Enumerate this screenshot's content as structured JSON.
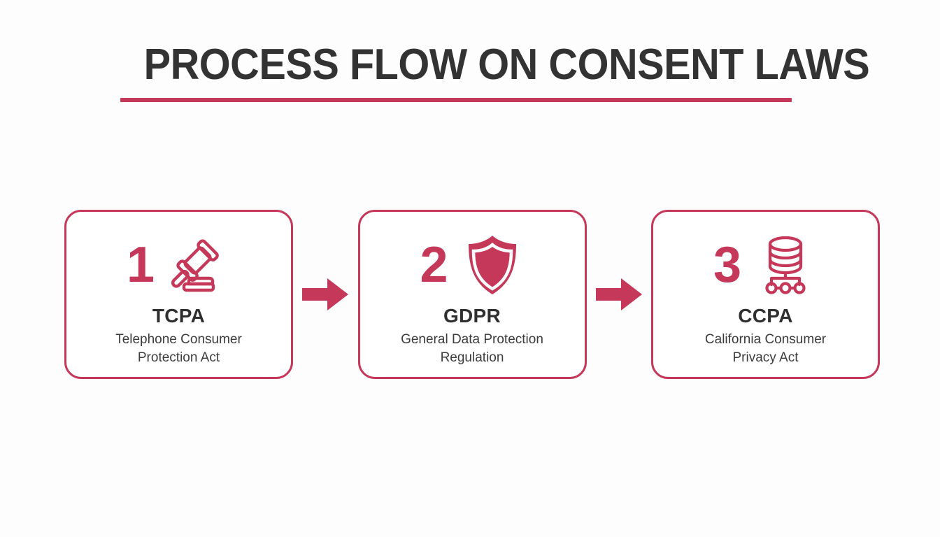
{
  "header": {
    "title": "PROCESS FLOW ON CONSENT LAWS"
  },
  "theme": {
    "accent": "#c5385a",
    "title_color": "#333333",
    "text_color": "#3c3c3c",
    "background": "#fdfdfe",
    "card_background": "#ffffff"
  },
  "flow": {
    "arrow_1": "arrow-right-icon",
    "arrow_2": "arrow-right-icon",
    "steps": [
      {
        "number": "1",
        "icon": "gavel-icon",
        "acronym": "TCPA",
        "subtitle_line_1": "Telephone Consumer",
        "subtitle_line_2": "Protection Act"
      },
      {
        "number": "2",
        "icon": "shield-icon",
        "acronym": "GDPR",
        "subtitle_line_1": "General Data Protection",
        "subtitle_line_2": "Regulation"
      },
      {
        "number": "3",
        "icon": "database-network-icon",
        "acronym": "CCPA",
        "subtitle_line_1": "California Consumer",
        "subtitle_line_2": "Privacy Act"
      }
    ]
  }
}
